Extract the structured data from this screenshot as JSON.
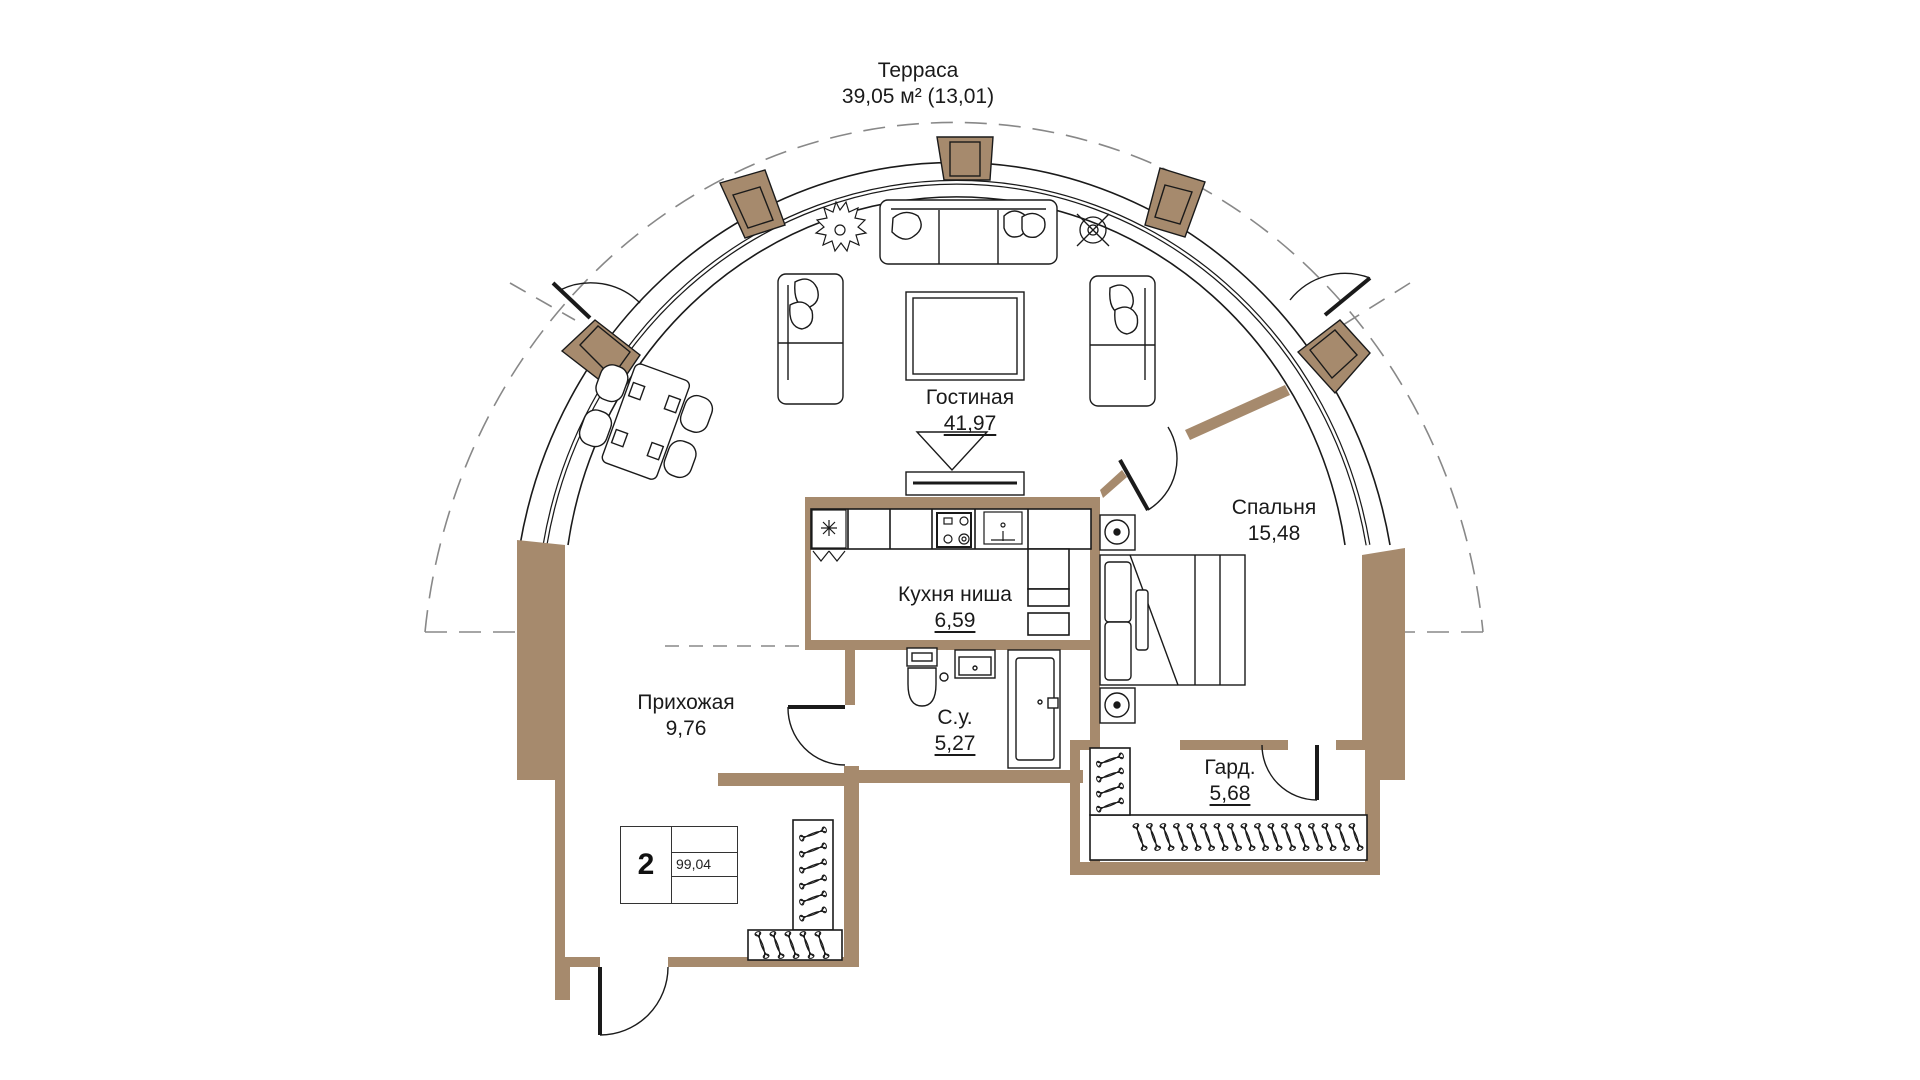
{
  "plan": {
    "wall_color": "#a68a6d",
    "line_color": "#1a1a1a",
    "dash_color": "#888888",
    "rooms": [
      {
        "id": "terrace",
        "name": "Терраса",
        "area": "39,05 м² (13,01)",
        "underlined": false
      },
      {
        "id": "living",
        "name": "Гостиная",
        "area": "41,97",
        "underlined": true
      },
      {
        "id": "kitchen",
        "name": "Кухня ниша",
        "area": "6,59",
        "underlined": true
      },
      {
        "id": "bedroom",
        "name": "Спальня",
        "area": "15,48",
        "underlined": false
      },
      {
        "id": "hallway",
        "name": "Прихожая",
        "area": "9,76",
        "underlined": false
      },
      {
        "id": "bathroom",
        "name": "С.у.",
        "area": "5,27",
        "underlined": true
      },
      {
        "id": "wardrobe",
        "name": "Гард.",
        "area": "5,68",
        "underlined": true
      }
    ],
    "apartment": {
      "rooms_count": "2",
      "total_area": "99,04"
    },
    "furniture": [
      "sofa",
      "armchair-left",
      "armchair-right",
      "tv-rug",
      "plant",
      "floor-lamp",
      "dining-table",
      "kitchen-counter",
      "stove",
      "sink",
      "fridge",
      "range-hood",
      "bed",
      "nightstand-top",
      "nightstand-bottom",
      "toilet",
      "washbasin",
      "bathtub",
      "closet-hallway",
      "closet-wardrobe"
    ]
  }
}
